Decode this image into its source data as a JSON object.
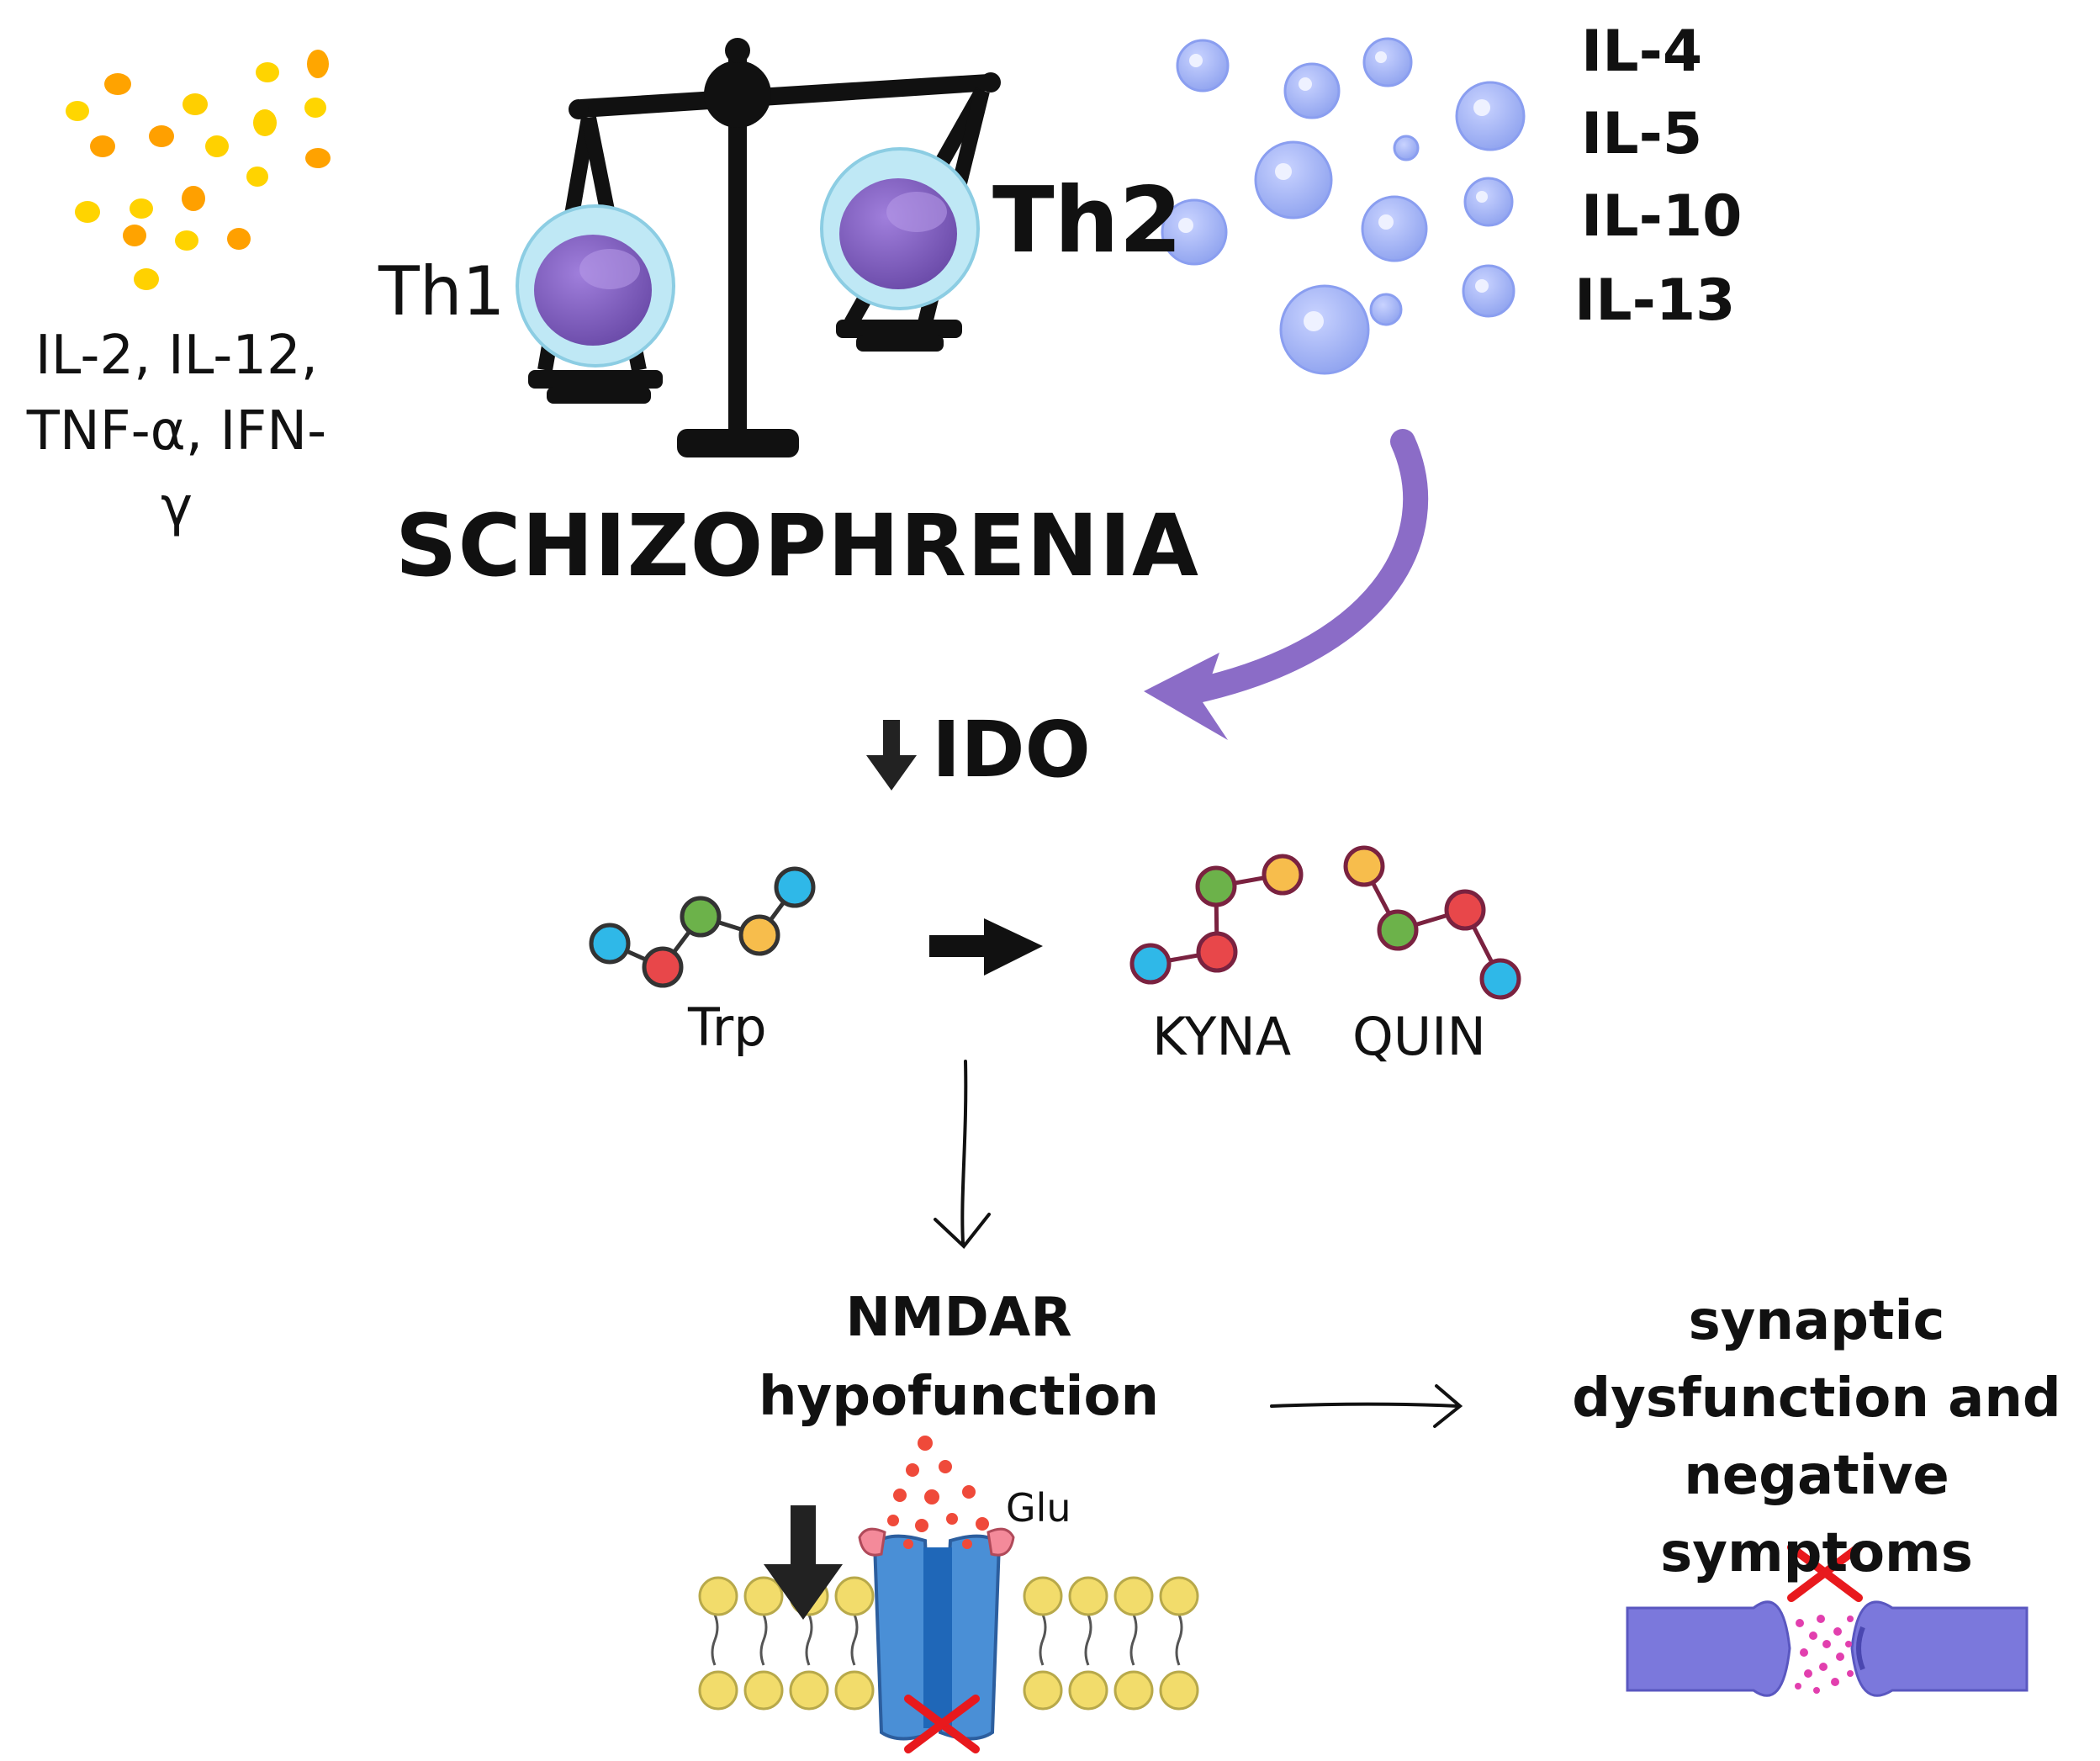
{
  "th1_cytokines": "IL-2, IL-12, TNF-α, IFN-γ",
  "th1_label": "Th1",
  "th2_label": "Th2",
  "th2_cytokines": [
    "IL-4",
    "IL-5",
    "IL-10",
    "IL-13"
  ],
  "disease_title": "SCHIZOPHRENIA",
  "enzyme_label": "IDO",
  "substrate_label": "Trp",
  "products": [
    "KYNA",
    "QUIN"
  ],
  "outcome_receptor": "NMDAR hypofunction",
  "outcome_final": "synaptic dysfunction and negative symptoms",
  "neurotransmitter_label": "Glu",
  "colors": {
    "th1_cytokine_dots": [
      "#ffd200",
      "#ffa000"
    ],
    "th2_cytokine_bubbles": "#a9b8f5",
    "cell_membrane": "#bfe8f5",
    "cell_nucleus": "#7a5cb8",
    "arrow_purple": "#8b6cc7",
    "receptor_blue": "#4a8fd6",
    "lipid_yellow": "#f2dc6b",
    "synapse_purple": "#7b78dc",
    "vesicle_pink": "#e23fae",
    "inhibition_red": "#e8191d"
  }
}
